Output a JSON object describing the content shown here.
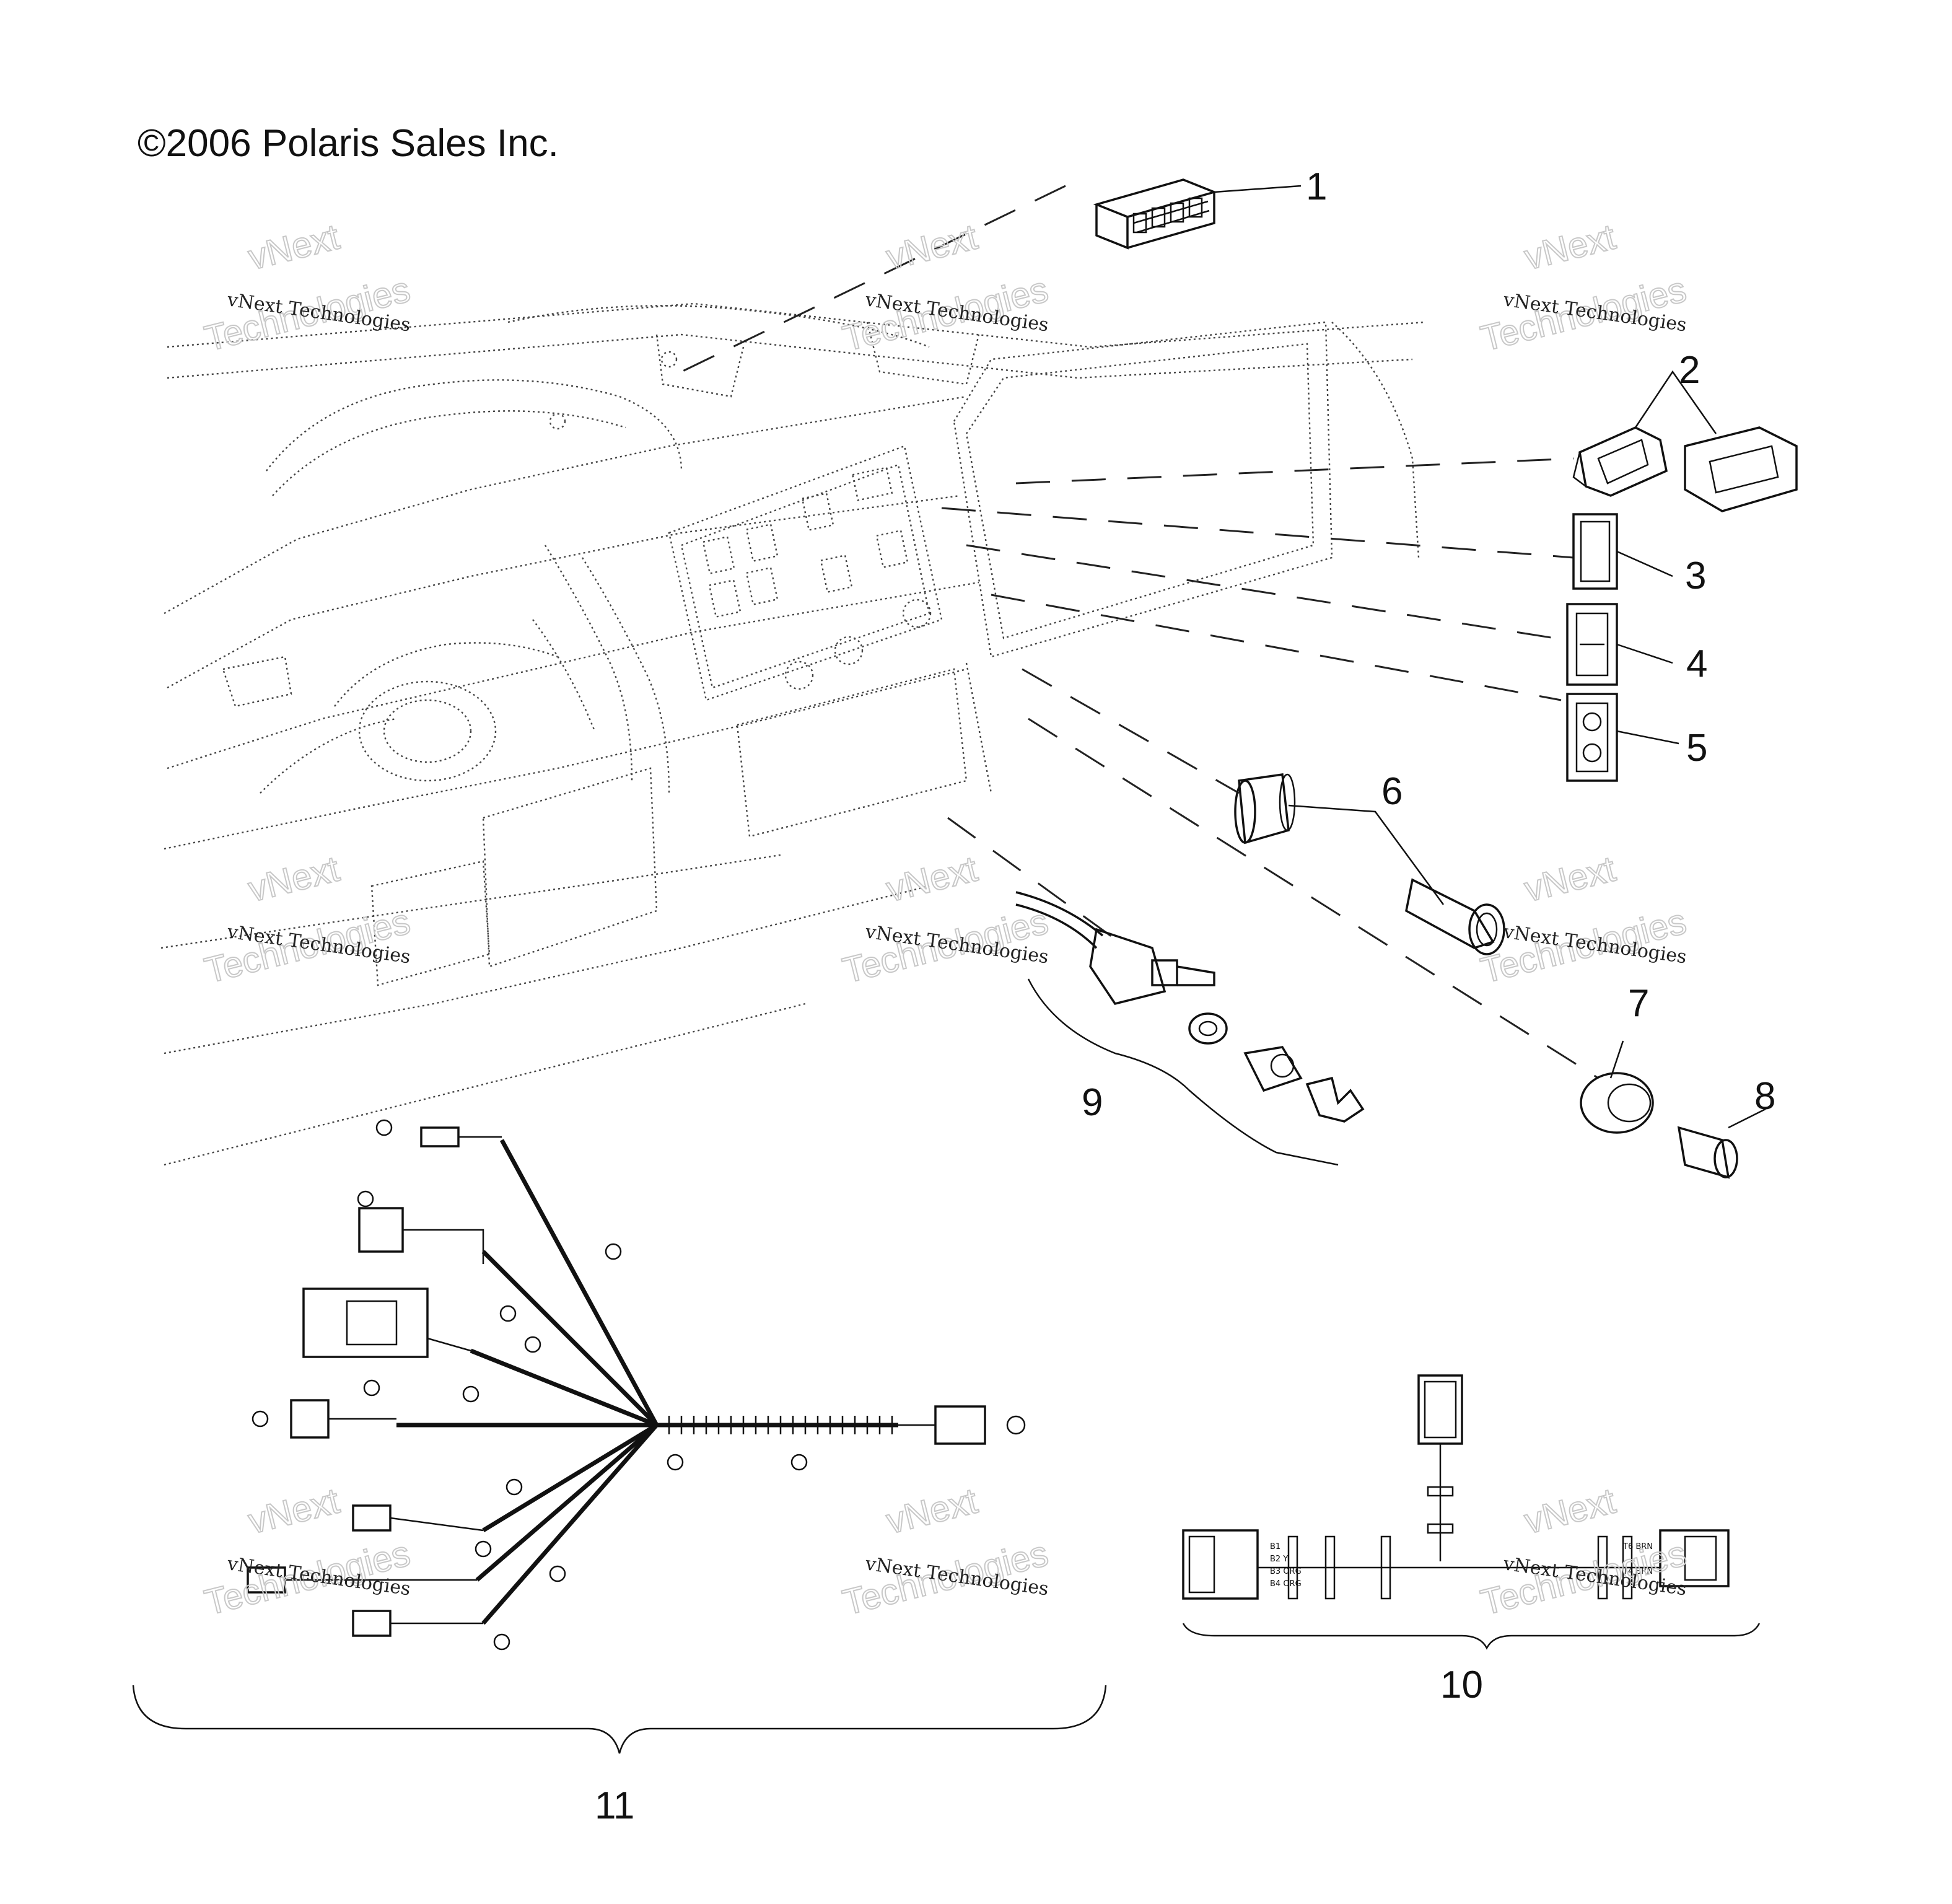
{
  "copyright": "©2006 Polaris Sales Inc.",
  "watermark": {
    "company": "vNext Technologies",
    "line1": "vNext",
    "line2": "Technologies"
  },
  "callouts": [
    {
      "id": "1",
      "label": "1"
    },
    {
      "id": "2",
      "label": "2"
    },
    {
      "id": "3",
      "label": "3"
    },
    {
      "id": "4",
      "label": "4"
    },
    {
      "id": "5",
      "label": "5"
    },
    {
      "id": "6",
      "label": "6"
    },
    {
      "id": "7",
      "label": "7"
    },
    {
      "id": "8",
      "label": "8"
    },
    {
      "id": "9",
      "label": "9"
    },
    {
      "id": "10",
      "label": "10"
    },
    {
      "id": "11",
      "label": "11"
    }
  ],
  "colors": {
    "ink": "#111111",
    "watermark_outline": "#c8c8c8",
    "background": "#ffffff"
  }
}
